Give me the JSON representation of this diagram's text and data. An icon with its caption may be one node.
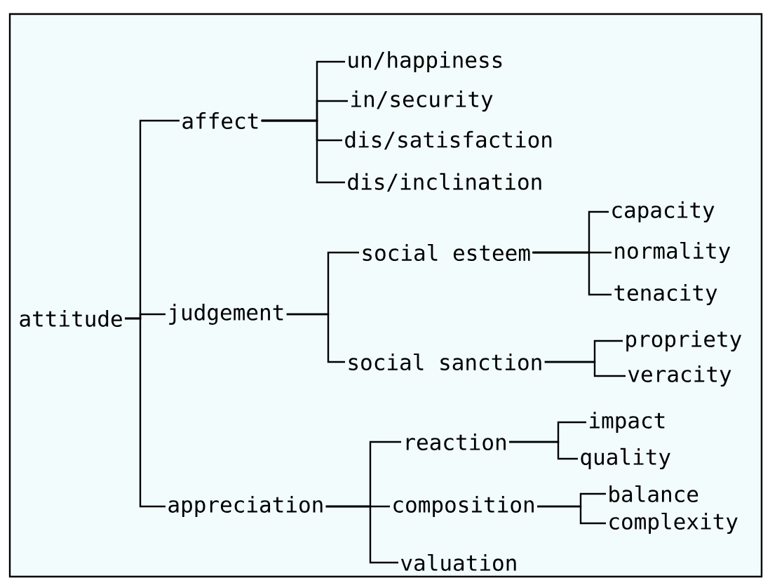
{
  "diagram": {
    "nodes": [
      {
        "text": [
          "attitude"
        ]
      },
      {
        "text": [
          "affect"
        ]
      },
      {
        "text": [
          "judgement"
        ]
      },
      {
        "text": [
          "appreciation"
        ]
      },
      {
        "text": [
          "un/happiness"
        ]
      },
      {
        "text": [
          "in/security"
        ]
      },
      {
        "text": [
          "dis/satisfaction"
        ]
      },
      {
        "text": [
          "dis/inclination"
        ]
      },
      {
        "text": [
          "social esteem"
        ]
      },
      {
        "text": [
          "social sanction"
        ]
      },
      {
        "text": [
          "capacity"
        ]
      },
      {
        "text": [
          "normality"
        ]
      },
      {
        "text": [
          "tenacity"
        ]
      },
      {
        "text": [
          "propriety"
        ]
      },
      {
        "text": [
          "veracity"
        ]
      },
      {
        "text": [
          "reaction"
        ]
      },
      {
        "text": [
          "composition"
        ]
      },
      {
        "text": [
          "valuation"
        ]
      },
      {
        "text": [
          "impact"
        ]
      },
      {
        "text": [
          "quality"
        ]
      },
      {
        "text": [
          "balance"
        ]
      },
      {
        "text": [
          "complexity"
        ]
      }
    ],
    "edges": [
      {
        "from": 0,
        "to": 1,
        "arrow": "none"
      },
      {
        "from": 0,
        "to": 2,
        "arrow": "none"
      },
      {
        "from": 0,
        "to": 3,
        "arrow": "none"
      },
      {
        "from": 1,
        "to": 4,
        "arrow": "none"
      },
      {
        "from": 1,
        "to": 5,
        "arrow": "none"
      },
      {
        "from": 1,
        "to": 6,
        "arrow": "none"
      },
      {
        "from": 1,
        "to": 7,
        "arrow": "none"
      },
      {
        "from": 2,
        "to": 8,
        "arrow": "none"
      },
      {
        "from": 2,
        "to": 9,
        "arrow": "none"
      },
      {
        "from": 8,
        "to": 10,
        "arrow": "none"
      },
      {
        "from": 8,
        "to": 11,
        "arrow": "none"
      },
      {
        "from": 8,
        "to": 12,
        "arrow": "none"
      },
      {
        "from": 9,
        "to": 13,
        "arrow": "none"
      },
      {
        "from": 9,
        "to": 14,
        "arrow": "none"
      },
      {
        "from": 3,
        "to": 15,
        "arrow": "none"
      },
      {
        "from": 3,
        "to": 16,
        "arrow": "none"
      },
      {
        "from": 3,
        "to": 17,
        "arrow": "none"
      },
      {
        "from": 15,
        "to": 18,
        "arrow": "none"
      },
      {
        "from": 15,
        "to": 19,
        "arrow": "none"
      },
      {
        "from": 16,
        "to": 20,
        "arrow": "none"
      },
      {
        "from": 16,
        "to": 21,
        "arrow": "none"
      }
    ]
  }
}
